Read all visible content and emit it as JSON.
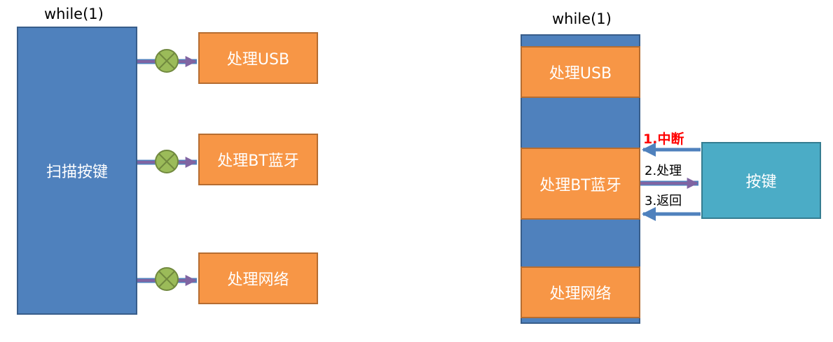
{
  "left": {
    "loop_label": "while(1)",
    "scan_label": "扫描按键",
    "tasks": [
      "处理USB",
      "处理BT蓝牙",
      "处理网络"
    ]
  },
  "right": {
    "loop_label": "while(1)",
    "tasks": [
      "处理USB",
      "处理BT蓝牙",
      "处理网络"
    ],
    "key_label": "按键",
    "steps": [
      "1.中断",
      "2.处理",
      "3.返回"
    ]
  },
  "colors": {
    "blue": "#4f81bd",
    "orange": "#f79646",
    "teal": "#4bacc6",
    "arrow": "#8064a2",
    "switch": "#9bbb59",
    "highlight": "#ff0000"
  }
}
